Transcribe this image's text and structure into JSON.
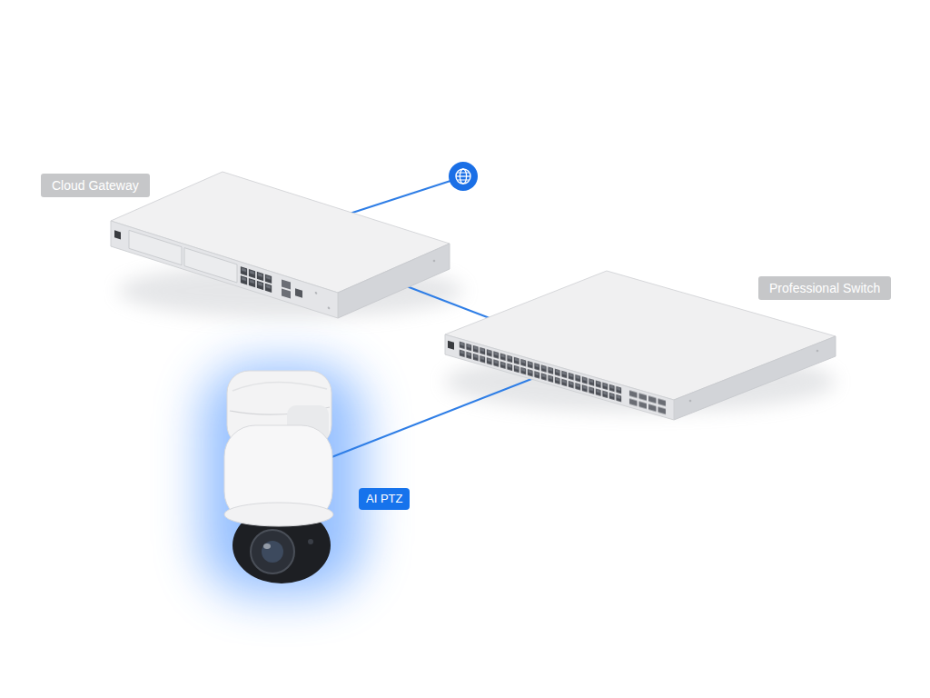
{
  "diagram": {
    "nodes": [
      {
        "text": [
          "Cloud Gateway"
        ]
      },
      {
        "text": [
          "Professional Switch"
        ]
      },
      {
        "text": [
          "AI PTZ"
        ]
      }
    ],
    "edges": [
      {
        "from": 0,
        "to": 1,
        "arrow": "none"
      },
      {
        "from": 1,
        "to": 2,
        "arrow": "none"
      }
    ]
  }
}
